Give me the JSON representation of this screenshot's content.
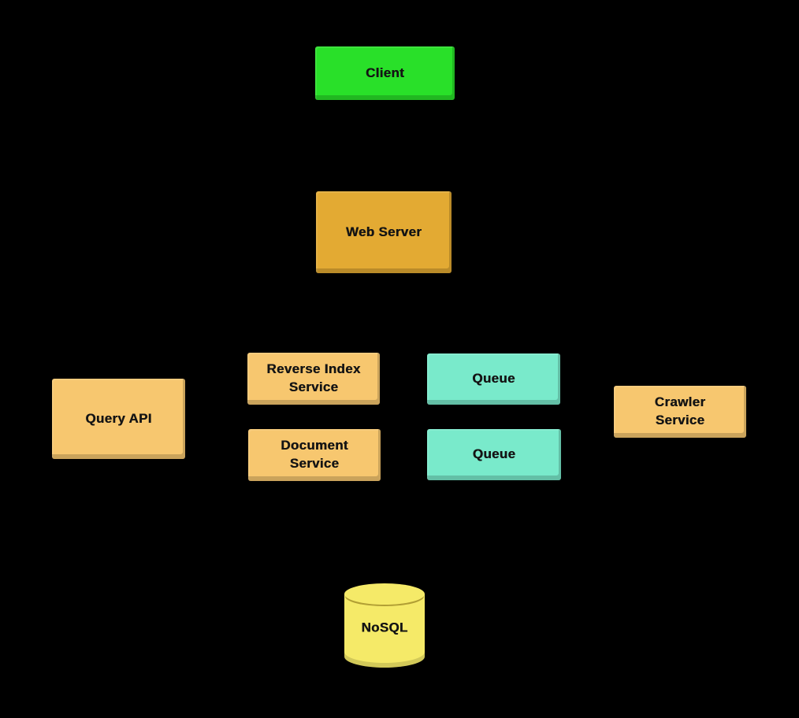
{
  "diagram": {
    "type": "architecture-diagram",
    "colors": {
      "background": "#000000",
      "text": "#141414",
      "client_green": "#29e029",
      "web_server_gold": "#e3aa33",
      "service_orange": "#f7c76f",
      "queue_teal": "#79eacb",
      "nosql_yellow": "#f5ea68"
    },
    "nodes": {
      "client": {
        "label": "Client",
        "color": "#29e029",
        "shape": "rectangle"
      },
      "web_server": {
        "label": "Web Server",
        "color": "#e3aa33",
        "shape": "rectangle"
      },
      "reverse_index_service": {
        "label": "Reverse Index\nService",
        "color": "#f7c76f",
        "shape": "rectangle"
      },
      "queue_top": {
        "label": "Queue",
        "color": "#79eacb",
        "shape": "rectangle"
      },
      "query_api": {
        "label": "Query API",
        "color": "#f7c76f",
        "shape": "rectangle"
      },
      "crawler_service": {
        "label": "Crawler\nService",
        "color": "#f7c76f",
        "shape": "rectangle"
      },
      "document_service": {
        "label": "Document\nService",
        "color": "#f7c76f",
        "shape": "rectangle"
      },
      "queue_bottom": {
        "label": "Queue",
        "color": "#79eacb",
        "shape": "rectangle"
      },
      "nosql": {
        "label": "NoSQL",
        "color": "#f5ea68",
        "shape": "cylinder"
      }
    }
  }
}
